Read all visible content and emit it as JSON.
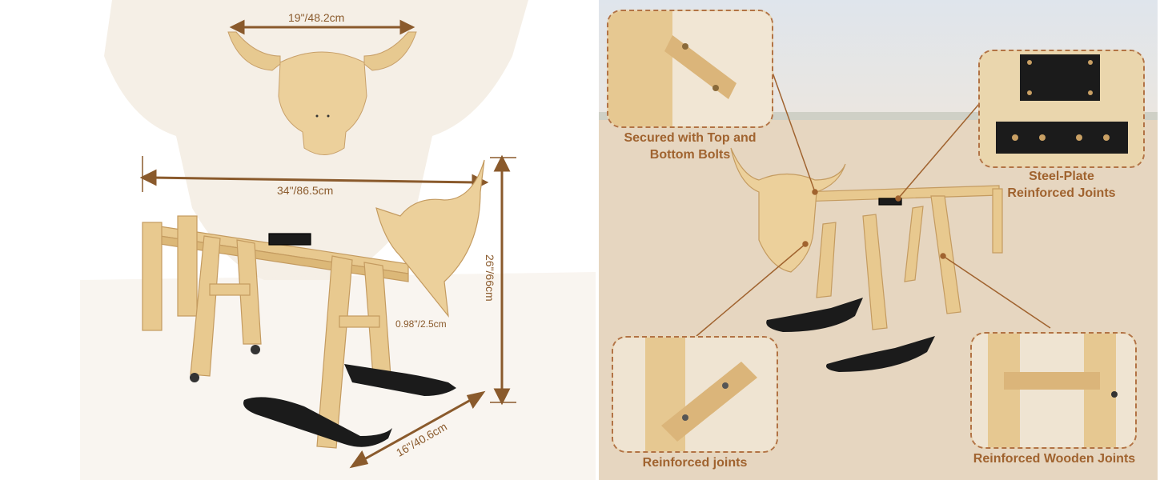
{
  "dimensions": {
    "head_width": "19\"/48.2cm",
    "length": "34\"/86.5cm",
    "height": "26\"/66cm",
    "thickness": "0.98\"/2.5cm",
    "ski_length": "16\"/40.6cm"
  },
  "callouts": {
    "bolts_line1": "Secured with Top and",
    "bolts_line2": "Bottom Bolts",
    "steel_line1": "Steel-Plate",
    "steel_line2": "Reinforced Joints",
    "reinforced": "Reinforced joints",
    "wooden": "Reinforced Wooden Joints"
  },
  "colors": {
    "wood": "#e8c98f",
    "wood_dark": "#c9a064",
    "accent": "#a0632f",
    "ski": "#1b1b1b"
  }
}
